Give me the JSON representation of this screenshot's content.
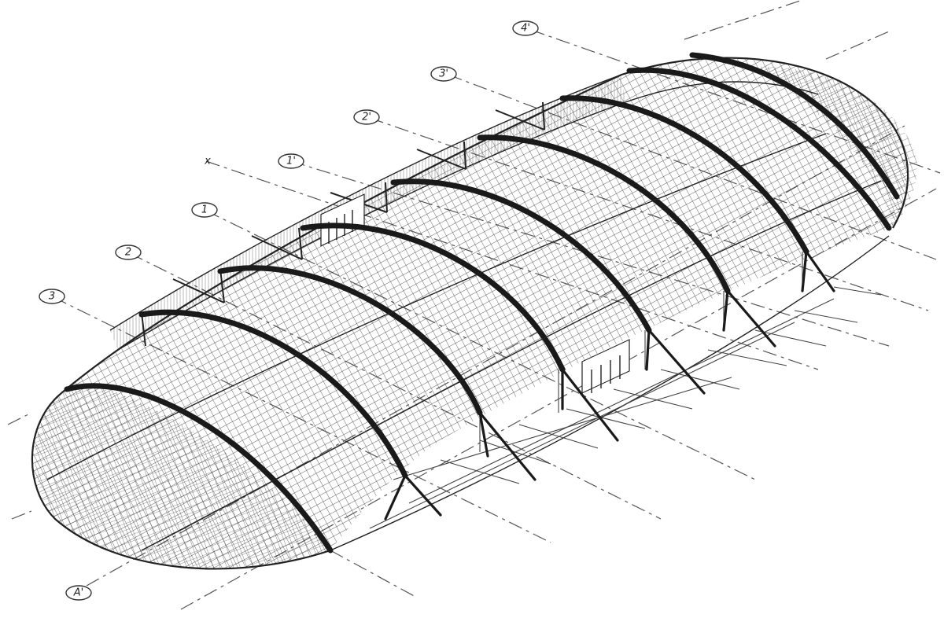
{
  "grid_bubbles": {
    "top_left": [
      {
        "id": "b-3-left",
        "label": "3"
      },
      {
        "id": "b-2-left",
        "label": "2"
      },
      {
        "id": "b-1-left",
        "label": "1"
      },
      {
        "id": "b-x-left",
        "label": "x"
      },
      {
        "id": "b-1p",
        "label": "1'"
      },
      {
        "id": "b-2p",
        "label": "2'"
      },
      {
        "id": "b-3p",
        "label": "3'"
      },
      {
        "id": "b-4p",
        "label": "4'"
      }
    ],
    "bottom": [
      {
        "id": "b-a",
        "label": "A'"
      }
    ]
  },
  "colors": {
    "ink": "#1a1a1a",
    "paper": "#ffffff",
    "grid": "#333333"
  }
}
